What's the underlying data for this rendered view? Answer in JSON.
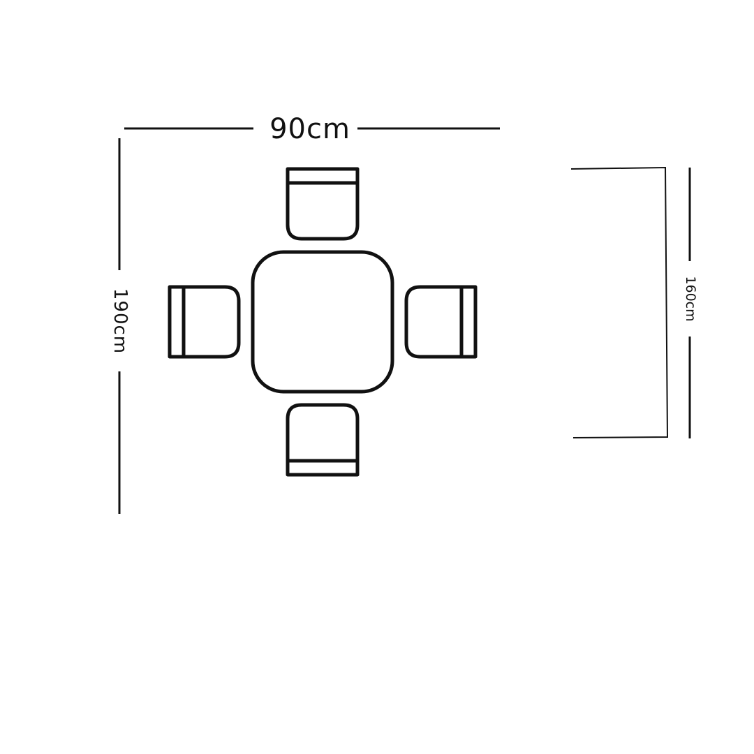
{
  "dimensions": {
    "width_label": "90cm",
    "length_label": "190cm",
    "alt_length_label": "160cm"
  },
  "colors": {
    "line": "#111111",
    "background": "#ffffff"
  }
}
